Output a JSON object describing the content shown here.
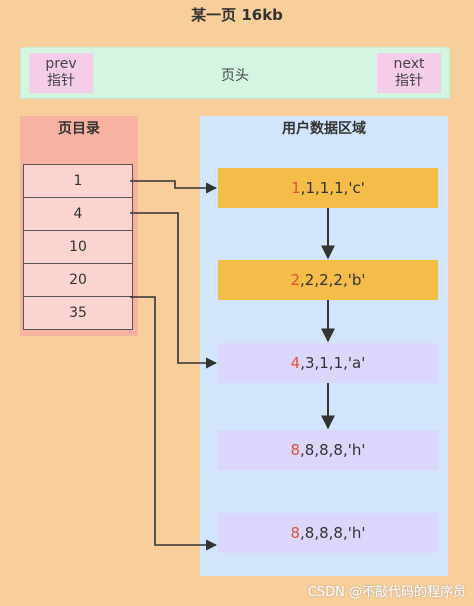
{
  "title": "某一页 16kb",
  "header": {
    "label": "页头",
    "prev": {
      "name": "prev",
      "label": "指针"
    },
    "next": {
      "name": "next",
      "label": "指针"
    }
  },
  "directory": {
    "title": "页目录",
    "slots": [
      "1",
      "4",
      "10",
      "20",
      "35"
    ]
  },
  "user_area": {
    "title": "用户数据区域",
    "records": [
      {
        "key": "1",
        "rest": ",1,1,1,'c'"
      },
      {
        "key": "2",
        "rest": ",2,2,2,'b'"
      },
      {
        "key": "4",
        "rest": ",3,1,1,'a'"
      },
      {
        "key": "8",
        "rest": ",8,8,8,'h'"
      },
      {
        "key": "8",
        "rest": ",8,8,8,'h'"
      }
    ]
  },
  "watermark": "CSDN @不敲代码的程序员",
  "colors": {
    "page_bg": "#f8cf9b",
    "header_bg": "#d4f5e2",
    "pointer_bg": "#f3cdea",
    "directory_bg": "#f7b2a2",
    "slot_bg": "#fad5cf",
    "user_area_bg": "#d2e5fc",
    "record_used": "#f4bd49",
    "record_free": "#dad7fb",
    "key_color": "#e0523a"
  }
}
